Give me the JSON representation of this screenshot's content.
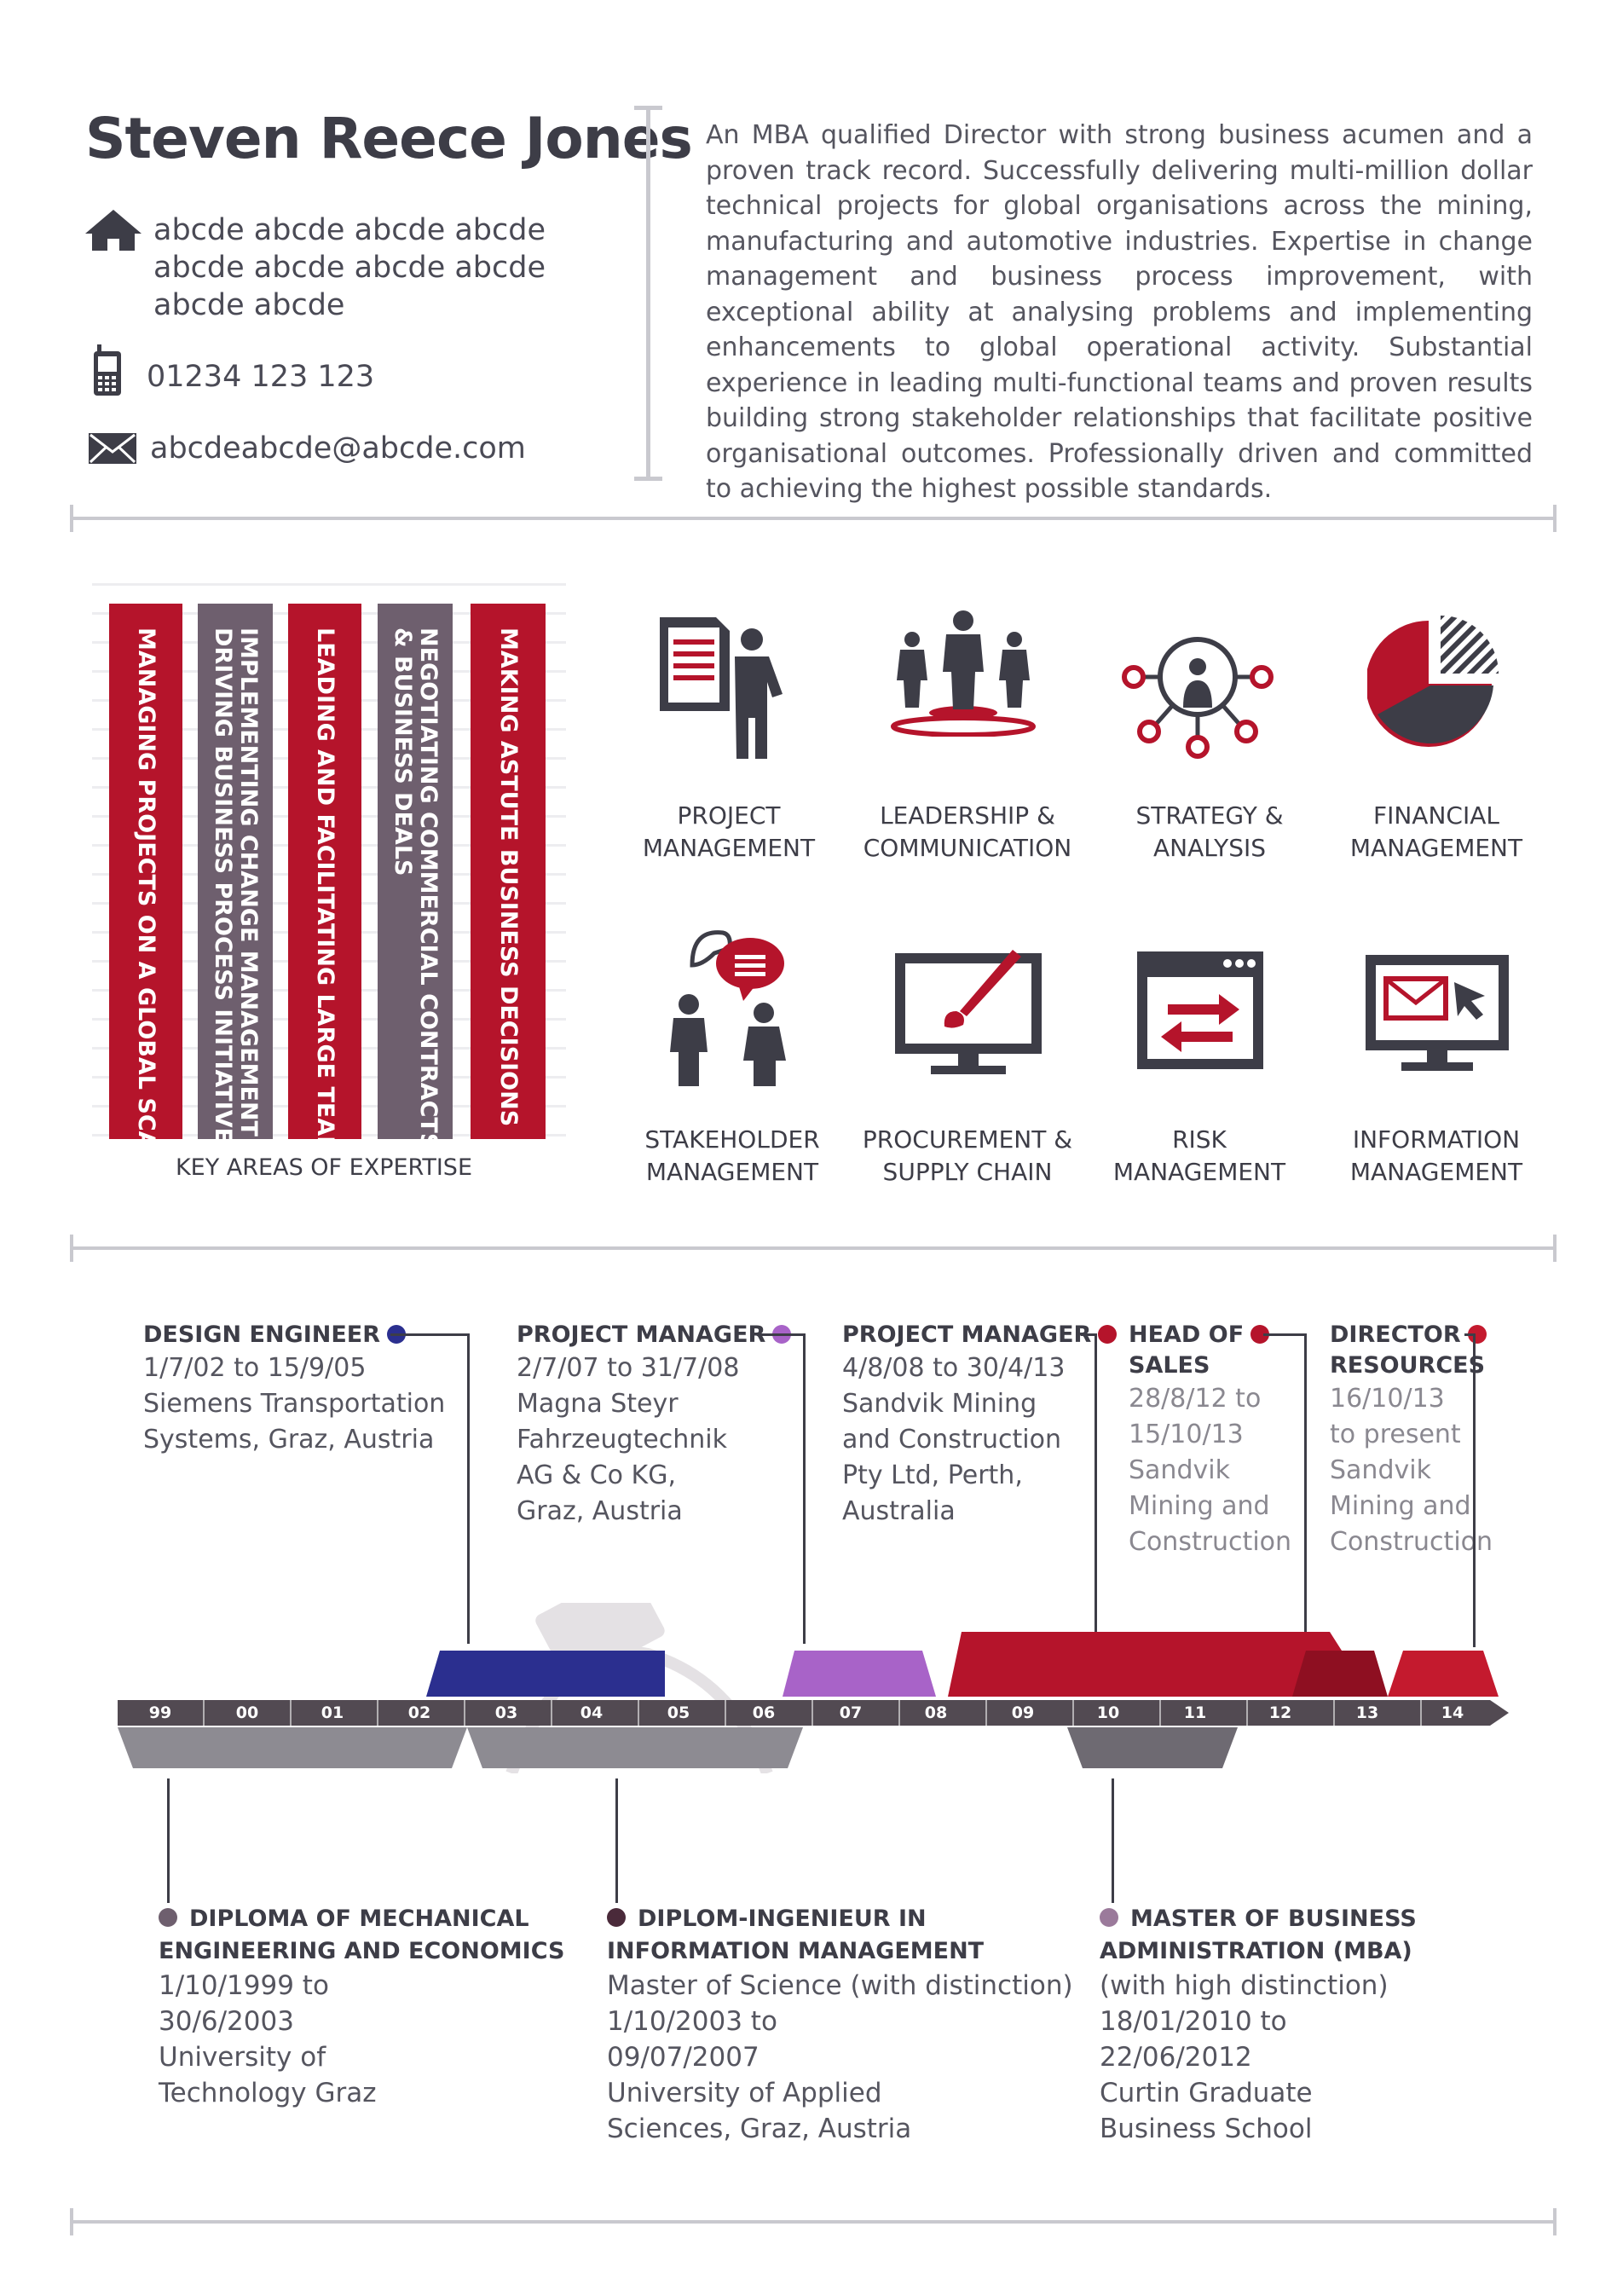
{
  "header": {
    "name": "Steven Reece Jones",
    "address_lines": [
      "abcde abcde abcde abcde",
      "abcde abcde abcde abcde",
      "abcde abcde"
    ],
    "phone": "01234 123 123",
    "email": "abcdeabcde@abcde.com",
    "summary": "An MBA qualified Director with strong business acumen and a proven track record. Successfully delivering multi-million dollar technical projects for global organisations across the mining, manufacturing and automotive industries. Expertise in change management and business process improvement, with exceptional ability at analysing problems and implementing enhancements to global operational activity. Substantial experience in leading multi-functional teams and proven results building strong stakeholder relationships that facilitate positive organisational outcomes. Professionally driven and committed to achieving the highest possible standards."
  },
  "expertise": {
    "caption": "KEY AREAS OF EXPERTISE",
    "items": [
      {
        "label": "MANAGING PROJECTS ON A GLOBAL SCALE",
        "color": "#b5142b"
      },
      {
        "label": "IMPLEMENTING CHANGE MANAGEMENT AND\nDRIVING BUSINESS PROCESS INITIATIVES",
        "color": "#6e5f6e"
      },
      {
        "label": "LEADING AND FACILITATING LARGE TEAMS",
        "color": "#b5142b"
      },
      {
        "label": "NEGOTIATING COMMERCIAL CONTRACTS\n& BUSINESS DEALS",
        "color": "#6e5f6e"
      },
      {
        "label": "MAKING ASTUTE BUSINESS DECISIONS",
        "color": "#b5142b"
      }
    ]
  },
  "skills": [
    {
      "line1": "PROJECT",
      "line2": "MANAGEMENT",
      "icon": "document-person-icon"
    },
    {
      "line1": "LEADERSHIP &",
      "line2": "COMMUNICATION",
      "icon": "team-leader-icon"
    },
    {
      "line1": "STRATEGY &",
      "line2": "ANALYSIS",
      "icon": "network-person-icon"
    },
    {
      "line1": "FINANCIAL",
      "line2": "MANAGEMENT",
      "icon": "pie-chart-icon"
    },
    {
      "line1": "STAKEHOLDER",
      "line2": "MANAGEMENT",
      "icon": "speech-people-icon"
    },
    {
      "line1": "PROCUREMENT &",
      "line2": "SUPPLY CHAIN",
      "icon": "monitor-brush-icon"
    },
    {
      "line1": "RISK",
      "line2": "MANAGEMENT",
      "icon": "browser-arrows-icon"
    },
    {
      "line1": "INFORMATION",
      "line2": "MANAGEMENT",
      "icon": "monitor-mail-icon"
    }
  ],
  "colors": {
    "red": "#b5142b",
    "dark": "#3d3d47",
    "grey": "#6e5f6e",
    "navy": "#2b2f8f",
    "purple": "#a863c8",
    "axis": "#524a52",
    "edu_grey": "#8d8b92"
  },
  "jobs": [
    {
      "title": [
        "DESIGN ENGINEER"
      ],
      "dot": "#2b2f8f",
      "body": [
        "1/7/02 to 15/9/05",
        "Siemens Transportation",
        "Systems, Graz, Austria"
      ]
    },
    {
      "title": [
        "PROJECT MANAGER"
      ],
      "dot": "#a863c8",
      "body": [
        "2/7/07 to 31/7/08",
        "Magna Steyr",
        "Fahrzeugtechnik",
        "AG & Co KG,",
        "Graz, Austria"
      ]
    },
    {
      "title": [
        "PROJECT MANAGER"
      ],
      "dot": "#b5142b",
      "body": [
        "4/8/08 to 30/4/13",
        "Sandvik Mining",
        "and Construction",
        "Pty Ltd, Perth,",
        "Australia"
      ]
    },
    {
      "title": [
        "HEAD OF",
        "SALES"
      ],
      "dot": "#b5142b",
      "body": [
        "28/8/12 to",
        "15/10/13",
        "Sandvik",
        "Mining and",
        "Construction"
      ]
    },
    {
      "title": [
        "DIRECTOR",
        "RESOURCES"
      ],
      "dot": "#c41a2e",
      "body": [
        "16/10/13",
        "to present",
        "Sandvik",
        "Mining and",
        "Construction"
      ]
    }
  ],
  "timeline": {
    "years": [
      "99",
      "00",
      "01",
      "02",
      "03",
      "04",
      "05",
      "06",
      "07",
      "08",
      "09",
      "10",
      "11",
      "12",
      "13",
      "14"
    ]
  },
  "education": [
    {
      "title": [
        "DIPLOMA OF MECHANICAL",
        "ENGINEERING AND ECONOMICS"
      ],
      "dot": "#6e5f6e",
      "body": [
        "1/10/1999 to",
        "30/6/2003",
        "University of",
        "Technology Graz"
      ]
    },
    {
      "title": [
        "DIPLOM-INGENIEUR IN",
        "INFORMATION MANAGEMENT"
      ],
      "dot": "#4a2a3a",
      "body": [
        "Master of Science (with distinction)",
        "1/10/2003 to",
        "09/07/2007",
        "University of Applied",
        "Sciences, Graz, Austria"
      ]
    },
    {
      "title": [
        "MASTER OF BUSINESS",
        "ADMINISTRATION (MBA)"
      ],
      "dot": "#9b7a9b",
      "body": [
        "(with high distinction)",
        "18/01/2010 to",
        "22/06/2012",
        "Curtin Graduate",
        "Business School"
      ]
    }
  ]
}
